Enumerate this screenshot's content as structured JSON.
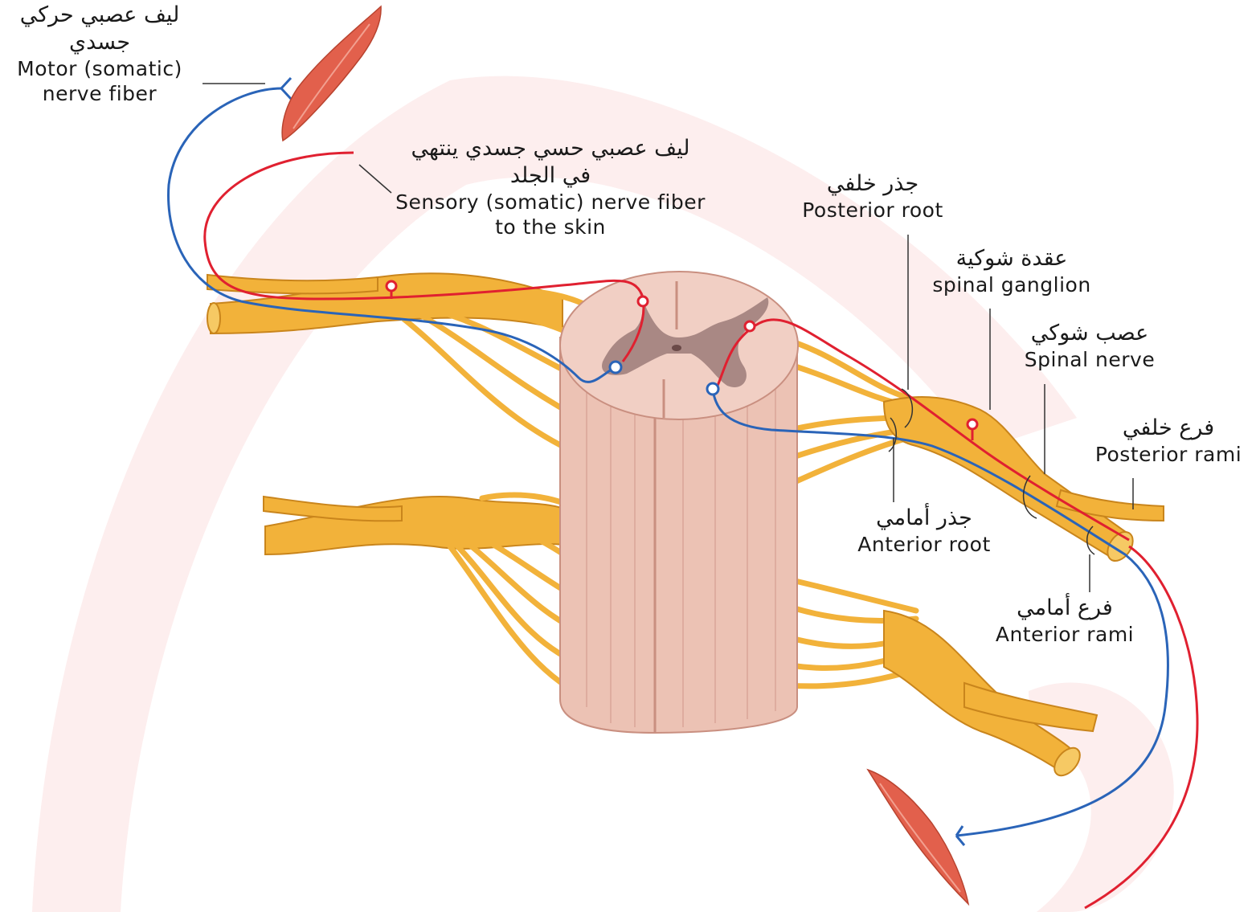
{
  "labels": {
    "motor_fiber": {
      "ar_line1": "ليف عصبي حركي",
      "ar_line2": "جسدي",
      "en_line1": "Motor (somatic)",
      "en_line2": "nerve fiber"
    },
    "sensory_fiber": {
      "ar_line1": "ليف عصبي حسي جسدي ينتهي",
      "ar_line2": "في الجلد",
      "en_line1": "Sensory (somatic) nerve fiber",
      "en_line2": "to the skin"
    },
    "posterior_root": {
      "ar": "جذر خلفي",
      "en": "Posterior root"
    },
    "spinal_ganglion": {
      "ar": "عقدة شوكية",
      "en": "spinal ganglion"
    },
    "spinal_nerve": {
      "ar": "عصب شوكي",
      "en": "Spinal nerve"
    },
    "posterior_rami": {
      "ar": "فرع خلفي",
      "en": "Posterior rami"
    },
    "anterior_root": {
      "ar": "جذر أمامي",
      "en": "Anterior root"
    },
    "anterior_rami": {
      "ar": "فرع أمامي",
      "en": "Anterior rami"
    }
  },
  "colors": {
    "nerve": "#f2b23a",
    "nerve_dark": "#c9851c",
    "cord": "#ecc2b4",
    "cord_dark": "#c98f80",
    "grey_matter": "#a98884",
    "sensory_fiber": "#e02030",
    "motor_fiber": "#2a64b8",
    "muscle": "#e2604c",
    "watermark": "#fbe6e6"
  }
}
